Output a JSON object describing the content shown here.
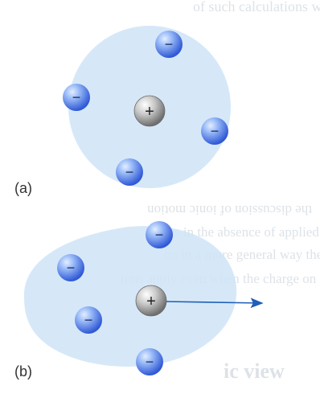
{
  "background_text": {
    "top_line": "of such calculations with time",
    "lines": [
      "the discussion of ionic motion",
      "ons in the absence of applied",
      "on in a more general way the",
      "ions apply even when the charge on"
    ],
    "heading": "ic view"
  },
  "panels": [
    {
      "label": "(a)",
      "nucleus_symbol": "+",
      "electron_symbols": [
        "−",
        "−",
        "−",
        "−"
      ]
    },
    {
      "label": "(b)",
      "nucleus_symbol": "+",
      "electron_symbols": [
        "−",
        "−",
        "−",
        "−"
      ]
    }
  ],
  "colors": {
    "cloud": "#cfe4f7",
    "electron_light": "#b9d3fb",
    "electron_dark": "#2f58d6",
    "nucleus_light": "#ffffff",
    "nucleus_dark": "#7c7c7c",
    "arrow": "#1f5fb8",
    "bleed_text": "#ccd3db"
  }
}
